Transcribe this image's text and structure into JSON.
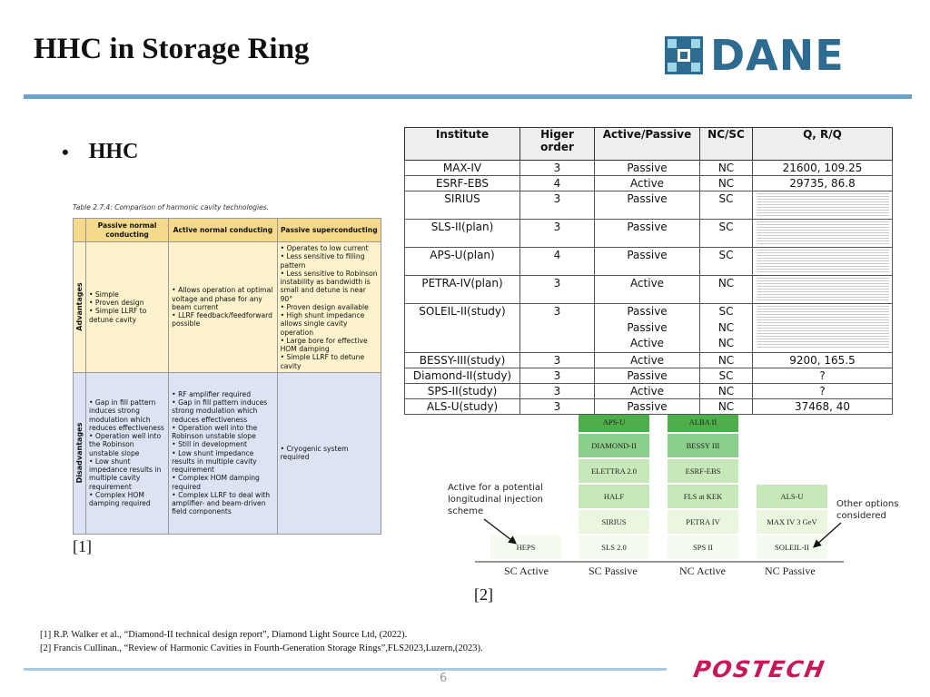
{
  "slide": {
    "title": "HHC in Storage Ring",
    "logo_text": "DANE",
    "bullet": "HHC",
    "page_number": "6",
    "postech_logo_text": "POSTECH"
  },
  "comparison": {
    "caption": "Table 2.7.4: Comparison of harmonic cavity technologies.",
    "headers": [
      "Passive normal conducting",
      "Active normal conducting",
      "Passive superconducting"
    ],
    "row_labels": [
      "Advantages",
      "Disadvantages"
    ],
    "advantages": [
      [
        "Simple",
        "Proven design",
        "Simple LLRF to detune cavity"
      ],
      [
        "Allows operation at optimal voltage and phase for any beam current",
        "LLRF feedback/feedforward possible"
      ],
      [
        "Operates to low current",
        "Less sensitive to filling pattern",
        "Less sensitive to Robinson instability as bandwidth is small and detune is near 90°",
        "Proven design available",
        "High shunt impedance allows single cavity operation",
        "Large bore for effective HOM damping",
        "Simple LLRF to detune cavity"
      ]
    ],
    "disadvantages": [
      [
        "Gap in fill pattern induces strong modulation which reduces effectiveness",
        "Operation well into the Robinson unstable slope",
        "Low shunt impedance results in multiple cavity requirement",
        "Complex HOM damping required"
      ],
      [
        "RF amplifier required",
        "Gap in fill pattern induces strong modulation which reduces effectiveness",
        "Operation well into the Robinson unstable slope",
        "Still in development",
        "Low shunt impedance results in multiple cavity requirement",
        "Complex HOM damping required",
        "Complex LLRF to deal with amplifier- and beam-driven field components"
      ],
      [
        "Cryogenic system required"
      ]
    ],
    "ref": "[1]"
  },
  "hhc_table": {
    "headers": [
      "Institute",
      "Higer order",
      "Active/Passive",
      "NC/SC",
      "Q, R/Q"
    ],
    "rows": [
      {
        "institute": "MAX-IV",
        "order": "3",
        "ap": "Passive",
        "ncsc": "NC",
        "q": "21600, 109.25"
      },
      {
        "institute": "ESRF-EBS",
        "order": "4",
        "ap": "Active",
        "ncsc": "NC",
        "q": "29735, 86.8"
      },
      {
        "institute": "SIRIUS",
        "order": "3",
        "ap": "Passive",
        "ncsc": "SC",
        "q": ""
      },
      {
        "institute": "SLS-II(plan)",
        "order": "3",
        "ap": "Passive",
        "ncsc": "SC",
        "q": ""
      },
      {
        "institute": "APS-U(plan)",
        "order": "4",
        "ap": "Passive",
        "ncsc": "SC",
        "q": ""
      },
      {
        "institute": "PETRA-IV(plan)",
        "order": "3",
        "ap": "Active",
        "ncsc": "NC",
        "q": ""
      },
      {
        "institute": "SOLEIL-II(study)",
        "order": "3",
        "ap1": "Passive",
        "ap2": "Passive",
        "ap3": "Active",
        "nc1": "SC",
        "nc2": "NC",
        "nc3": "NC",
        "q": ""
      },
      {
        "institute": "BESSY-III(study)",
        "order": "3",
        "ap": "Active",
        "ncsc": "NC",
        "q": "9200, 165.5"
      },
      {
        "institute": "Diamond-II(study)",
        "order": "3",
        "ap": "Passive",
        "ncsc": "SC",
        "q": "?"
      },
      {
        "institute": "SPS-II(study)",
        "order": "3",
        "ap": "Active",
        "ncsc": "NC",
        "q": "?"
      },
      {
        "institute": "ALS-U(study)",
        "order": "3",
        "ap": "Passive",
        "ncsc": "NC",
        "q": "37468, 40"
      }
    ]
  },
  "overview": {
    "categories": [
      "SC Active",
      "SC Passive",
      "NC Active",
      "NC Passive"
    ],
    "sc_active": [
      "HEPS"
    ],
    "sc_passive": [
      "SLS 2.0",
      "SIRIUS",
      "HALF",
      "ELETTRA 2.0",
      "DIAMOND-II",
      "APS-U"
    ],
    "nc_active": [
      "SPS II",
      "PETRA IV",
      "FLS at KEK",
      "ESRF-EBS",
      "BESSY III",
      "ALBA II"
    ],
    "nc_passive": [
      "SOLEIL-II",
      "MAX IV 3 GeV",
      "ALS-U"
    ],
    "note_left": "Active for a potential longitudinal injection scheme",
    "note_right": "Other options considered",
    "ref": "[2]"
  },
  "references": [
    "[1] R.P. Walker et al., “Diamond-II technical design report”, Diamond Light Source Ltd, (2022).",
    "[2] Francis Cullinan., “Review of Harmonic Cavities in Fourth-Generation Storage Rings”,FLS2023,Luzern,(2023)."
  ],
  "colors": {
    "title_rule": "#6ea1c8",
    "dane_blue": "#2d6b91",
    "postech_magenta": "#c8185c",
    "adv_bg": "#fdf2cc",
    "dis_bg": "#dce4f4",
    "header_bg": "#f6d98b"
  }
}
